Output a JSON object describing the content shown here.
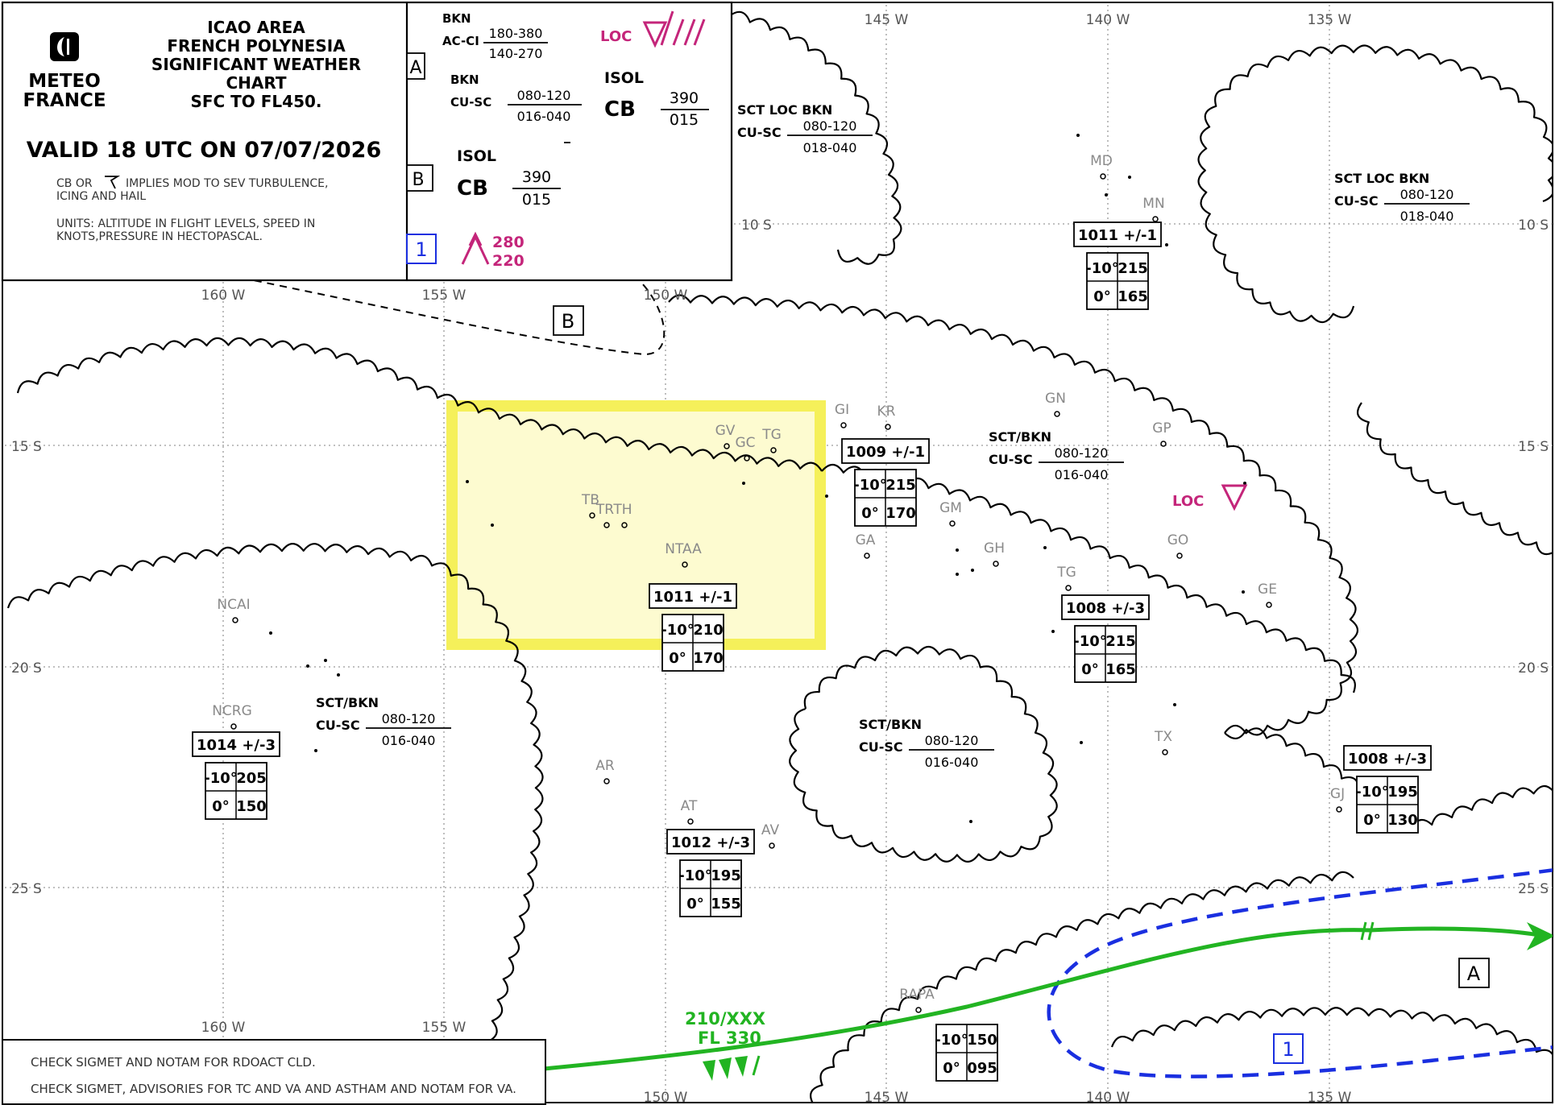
{
  "header": {
    "org_line1": "METEO",
    "org_line2": "FRANCE",
    "title": [
      "ICAO AREA",
      "FRENCH POLYNESIA",
      "SIGNIFICANT WEATHER",
      "CHART",
      "SFC TO FL450."
    ],
    "valid": "VALID 18 UTC ON 07/07/2026",
    "note_cb_prefix": "CB OR",
    "note_cb_suffix": "IMPLIES MOD TO SEV TURBULENCE,",
    "note_cb_line2": "ICING AND HAIL",
    "note_units_1": "UNITS:    ALTITUDE IN FLIGHT LEVELS, SPEED IN",
    "note_units_2": "KNOTS,PRESSURE IN HECTOPASCAL."
  },
  "legend": {
    "a": {
      "label": "A",
      "line1_type": "BKN",
      "line2_type": "AC-CI",
      "top": "180-380",
      "bottom": "140-270",
      "b_type": "BKN",
      "b_cloud": "CU-SC",
      "b_top": "080-120",
      "b_bottom": "016-040"
    },
    "loc_label": "LOC",
    "isol1": {
      "label": "ISOL",
      "type": "CB",
      "top": "390",
      "bottom": "015"
    },
    "b": {
      "label": "B",
      "isol": "ISOL",
      "type": "CB",
      "top": "390",
      "bottom": "015"
    },
    "one": {
      "label": "1",
      "top": "280",
      "bottom": "220"
    }
  },
  "grid": {
    "lon_top": [
      "145 W",
      "140 W",
      "135 W"
    ],
    "lon_mid": [
      "160 W",
      "155 W",
      "150 W"
    ],
    "lon_low": [
      "160 W",
      "155 W"
    ],
    "lon_bottom": [
      "150 W",
      "145 W",
      "140 W",
      "135 W"
    ],
    "lat_left": [
      "15 S",
      "20 S",
      "25 S"
    ],
    "lat_mid": "10 S",
    "lat_right": [
      "10 S",
      "15 S",
      "20 S",
      "25 S"
    ]
  },
  "stations": [
    "MD",
    "MN",
    "GI",
    "KR",
    "GN",
    "GP",
    "GV",
    "GC",
    "TG",
    "TB",
    "TR",
    "TH",
    "GM",
    "GA",
    "GH",
    "GO",
    "NTAA",
    "TG",
    "GE",
    "NCAI",
    "NCRG",
    "TX",
    "AR",
    "AT",
    "AV",
    "GJ",
    "RAPA"
  ],
  "cloud_labels": [
    {
      "name": "sct-loc-bkn-nw",
      "l1": "SCT LOC BKN",
      "l2": "CU-SC",
      "top": "080-120",
      "bottom": "018-040"
    },
    {
      "name": "sct-loc-bkn-ne",
      "l1": "SCT LOC BKN",
      "l2": "CU-SC",
      "top": "080-120",
      "bottom": "018-040"
    },
    {
      "name": "sct-bkn-central",
      "l1": "SCT/BKN",
      "l2": "CU-SC",
      "top": "080-120",
      "bottom": "016-040"
    },
    {
      "name": "sct-bkn-west",
      "l1": "SCT/BKN",
      "l2": "CU-SC",
      "top": "080-120",
      "bottom": "016-040"
    },
    {
      "name": "sct-bkn-south",
      "l1": "SCT/BKN",
      "l2": "CU-SC",
      "top": "080-120",
      "bottom": "016-040"
    }
  ],
  "pressure_boxes": [
    {
      "name": "p-1011-north",
      "p": "1011 +/-1",
      "m10": "-10°",
      "m10v": "215",
      "z": "0°",
      "zv": "165"
    },
    {
      "name": "p-1009",
      "p": "1009 +/-1",
      "m10": "-10°",
      "m10v": "215",
      "z": "0°",
      "zv": "170"
    },
    {
      "name": "p-1011-tahiti",
      "p": "1011 +/-1",
      "m10": "-10°",
      "m10v": "210",
      "z": "0°",
      "zv": "170"
    },
    {
      "name": "p-1008-central",
      "p": "1008 +/-3",
      "m10": "-10°",
      "m10v": "215",
      "z": "0°",
      "zv": "165"
    },
    {
      "name": "p-1014",
      "p": "1014 +/-3",
      "m10": "-10°",
      "m10v": "205",
      "z": "0°",
      "zv": "150"
    },
    {
      "name": "p-1012",
      "p": "1012 +/-3",
      "m10": "-10°",
      "m10v": "195",
      "z": "0°",
      "zv": "155"
    },
    {
      "name": "p-1008-east",
      "p": "1008 +/-3",
      "m10": "-10°",
      "m10v": "195",
      "z": "0°",
      "zv": "130"
    },
    {
      "name": "p-rapa",
      "p": "",
      "m10": "-10°",
      "m10v": "150",
      "z": "0°",
      "zv": "095"
    }
  ],
  "loc_map": "LOC",
  "area_labels": {
    "b": "B",
    "a": "A",
    "one": "1"
  },
  "jet": {
    "speed": "210/XXX",
    "level": "FL 330"
  },
  "footer": {
    "line1": "CHECK SIGMET AND NOTAM FOR RDOACT CLD.",
    "line2": "CHECK SIGMET, ADVISORIES FOR TC AND VA AND ASTHAM AND NOTAM FOR VA."
  },
  "colors": {
    "magenta": "#c4257a",
    "jet": "#22b422",
    "area1": "#1a2fe0",
    "highlight_fill": "#fdfbd0",
    "highlight_stroke": "#f5f05a"
  }
}
